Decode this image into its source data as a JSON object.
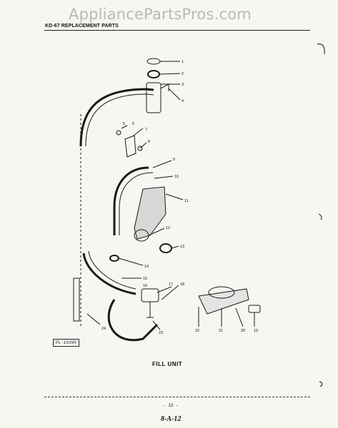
{
  "watermark": "AppliancePartsPros.com",
  "header": {
    "title": "KD-67 REPLACEMENT PARTS"
  },
  "diagram": {
    "callouts": [
      "1",
      "2",
      "3",
      "4",
      "5",
      "6",
      "7",
      "8",
      "9",
      "10",
      "11",
      "12",
      "13",
      "14",
      "15",
      "16",
      "17",
      "18",
      "19",
      "20",
      "21",
      "22",
      "23",
      "24"
    ],
    "plate_label": "PL-10390"
  },
  "caption": "FILL UNIT",
  "footer": {
    "page_number": "- 13 -",
    "page_code": "8-A-12"
  }
}
